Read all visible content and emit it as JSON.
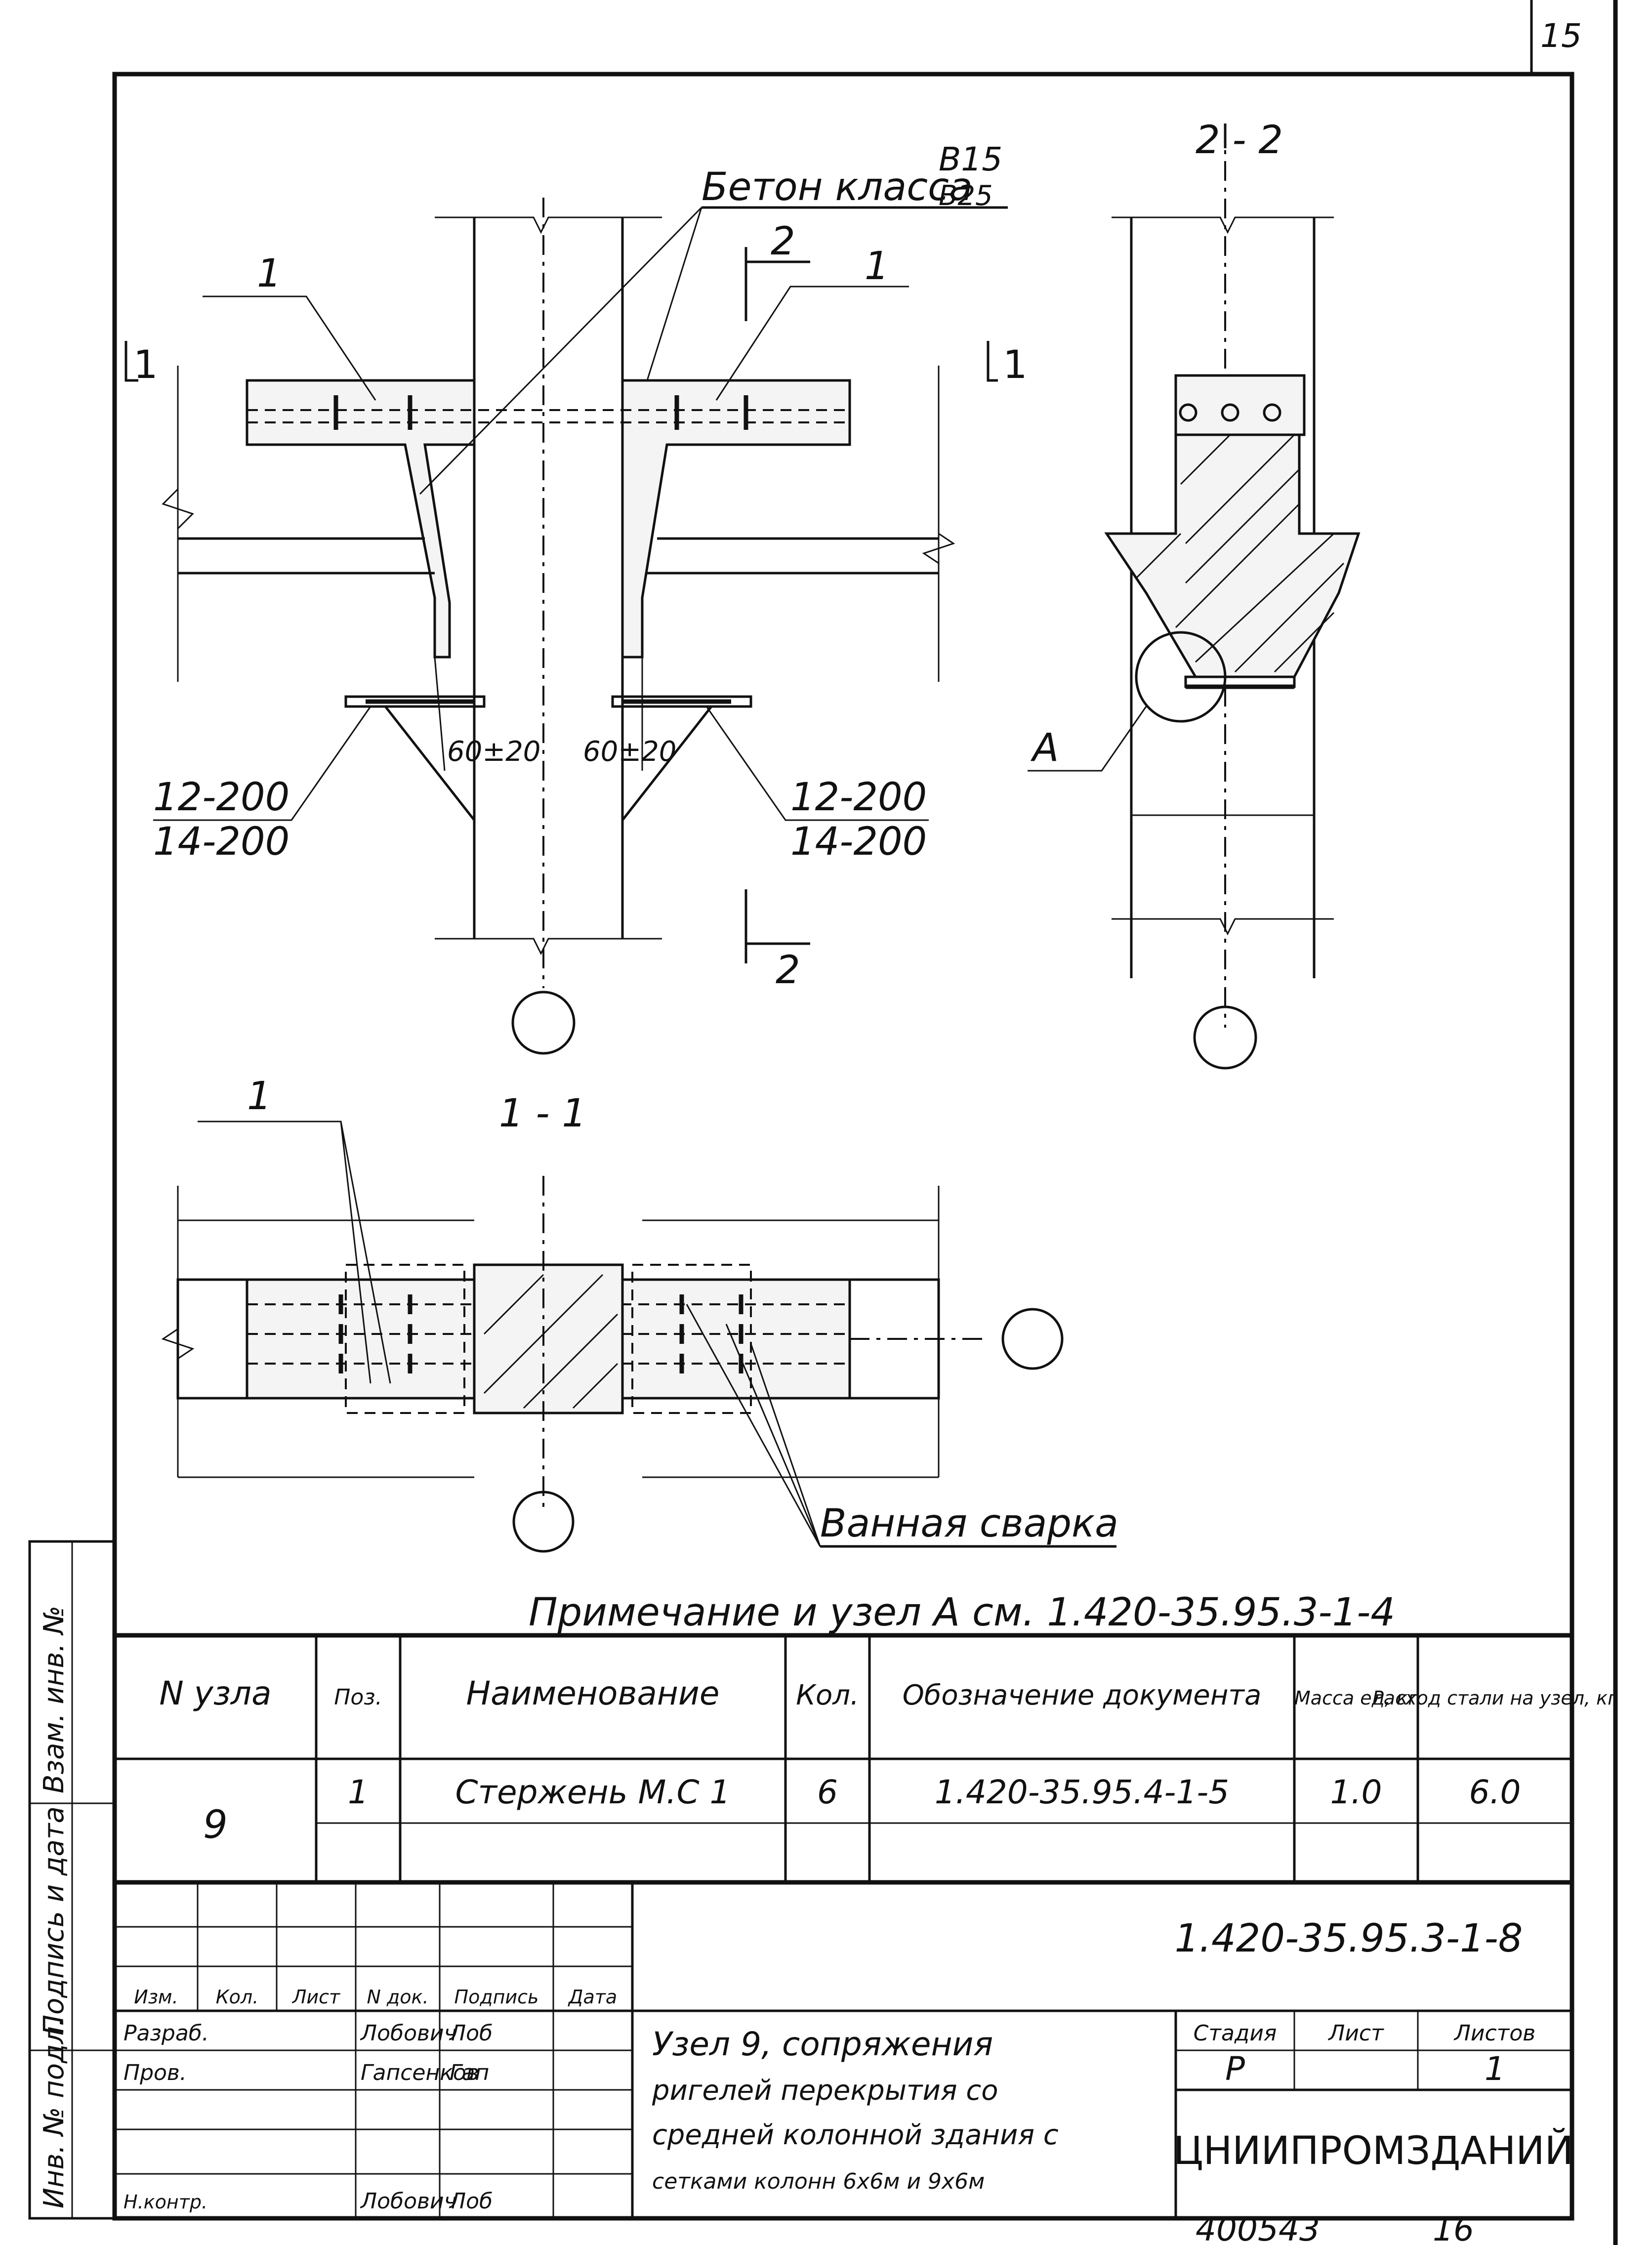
{
  "sheet": {
    "page_number": "15",
    "drawing_code": "1.420-35.95.3-1-8",
    "archive_number": "400543",
    "format_code": "16"
  },
  "drawing": {
    "concrete_label": "Бетон класса",
    "concrete_class_top": "B15",
    "concrete_class_bottom": "B25",
    "mark_1": "1",
    "cut_1": "1",
    "cut_2": "2",
    "section_2_2": "2 - 2",
    "section_1_1": "1 - 1",
    "dim_gap": "60±20",
    "rebar_top": "12-200",
    "rebar_bottom": "14-200",
    "node_ref": "A",
    "weld_label": "Ванная сварка",
    "note": "Примечание и узел А см. 1.420-35.95.3-1-4"
  },
  "spec_table": {
    "headers": {
      "node": "N узла",
      "pos": "Поз.",
      "name": "Наименование",
      "qty": "Кол.",
      "doc": "Обозначение документа",
      "mass": "Масса ед, кг",
      "steel": "Расход стали на узел, кг"
    },
    "row": {
      "node": "9",
      "pos": "1",
      "name": "Стержень М.С 1",
      "qty": "6",
      "doc": "1.420-35.95.4-1-5",
      "mass": "1.0",
      "steel": "6.0"
    }
  },
  "title_block": {
    "col_headers": [
      "Изм.",
      "Кол.",
      "Лист",
      "N док.",
      "Подпись",
      "Дата"
    ],
    "roles": [
      {
        "role": "Разраб.",
        "name": "Лобович",
        "sign": "Лоб"
      },
      {
        "role": "Пров.",
        "name": "Гапсенков",
        "sign": "Гап"
      },
      {
        "role": "Н.контр.",
        "name": "Лобович",
        "sign": "Лоб"
      }
    ],
    "title": [
      "Узел 9, сопряжения",
      "ригелей перекрытия со",
      "средней колонной здания с",
      "сетками колонн 6х6м и 9х6м"
    ],
    "stage_label": "Стадия",
    "sheet_label": "Лист",
    "sheets_label": "Листов",
    "stage": "Р",
    "sheet_value": "",
    "sheets_value": "1",
    "organization": "ЦНИИПРОМЗДАНИЙ"
  },
  "side_stamp": {
    "inv_orig": "Инв. № подл.",
    "sign_date": "Подпись и дата",
    "inv_repl": "Взам. инв. №"
  }
}
